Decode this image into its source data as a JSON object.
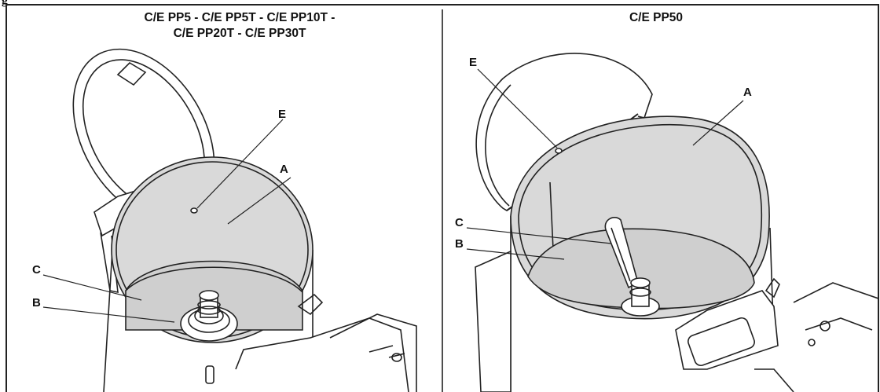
{
  "figure": {
    "tag": "g"
  },
  "left_panel": {
    "title_line1": "C/E PP5 - C/E PP5T - C/E PP10T -",
    "title_line2": "C/E PP20T - C/E PP30T",
    "labels": {
      "a": "A",
      "b": "B",
      "c": "C",
      "e": "E"
    }
  },
  "right_panel": {
    "title": "C/E PP50",
    "labels": {
      "a": "A",
      "b": "B",
      "c": "C",
      "e": "E"
    }
  }
}
